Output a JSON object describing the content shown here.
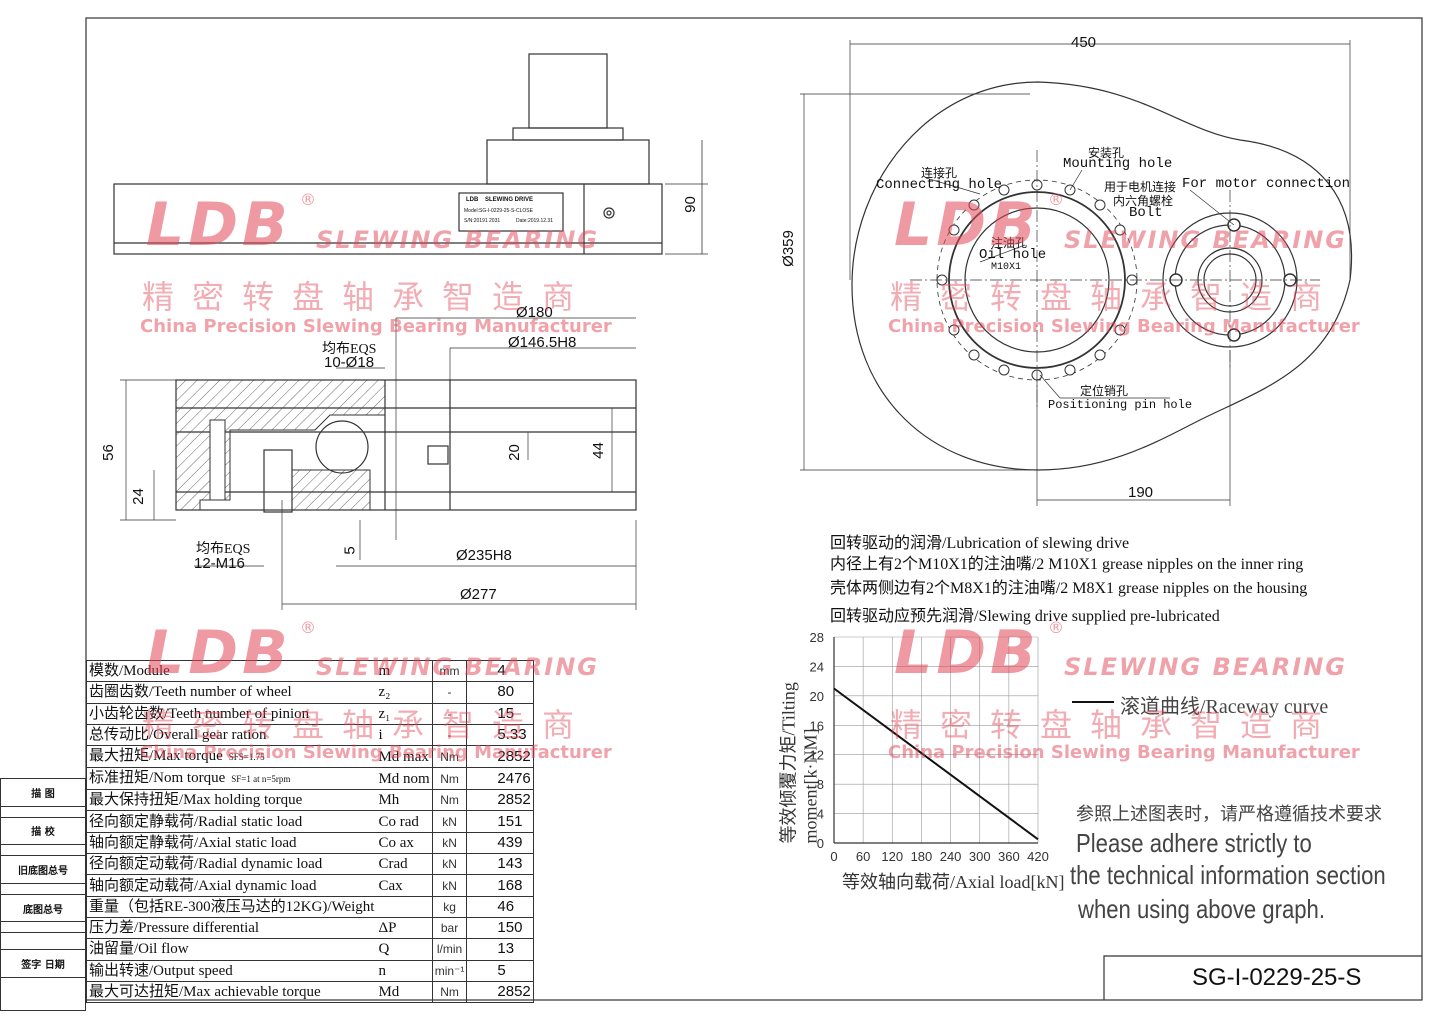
{
  "drawing_number": "SG-I-0229-25-S",
  "nameplate": {
    "brand": "LDB",
    "title": "SLEWING DRIVE",
    "model": "Model:SG-I-0229-25-S-CLOSE",
    "sn": "S/N:20191 2031",
    "date": "Date:2019.12.31"
  },
  "side_view_dims": {
    "height_90": "90",
    "d180": "Ø180",
    "d146": "Ø146.5H8",
    "eqs_cn": "均布EQS",
    "holes_10": "10-Ø18",
    "h56": "56",
    "h24": "24",
    "h20": "20",
    "h44": "44",
    "h5": "5",
    "eqs2_cn": "均布EQS",
    "holes_12": "12-M16",
    "d235": "Ø235H8",
    "d277": "Ø277"
  },
  "top_view": {
    "width_450": "450",
    "d359": "Ø359",
    "dist_190": "190",
    "mounting_hole_cn": "安装孔",
    "mounting_hole_en": "Mounting hole",
    "connecting_hole_cn": "连接孔",
    "connecting_hole_en": "Connecting hole",
    "motor_conn_cn": "用于电机连接",
    "motor_conn_en": "For motor connection",
    "hex_bolt_cn": "内六角螺栓",
    "bolt_en": "Bolt",
    "oil_hole_cn": "注油孔",
    "oil_hole_en": "Oil hole",
    "oil_hole_size": "M10X1",
    "pin_hole_cn": "定位销孔",
    "pin_hole_en": "Positioning pin hole"
  },
  "lubrication_notes": [
    "回转驱动的润滑/Lubrication of slewing drive",
    "内径上有2个M10X1的注油嘴/2 M10X1 grease nipples on the inner ring",
    "壳体两侧边有2个M8X1的注油嘴/2 M8X1 grease nipples on the housing",
    "回转驱动应预先润滑/Slewing drive supplied pre-lubricated"
  ],
  "graph_note": {
    "cn": "参照上述图表时，请严格遵循技术要求",
    "en_line1": "Please adhere strictly to",
    "en_line2": "the technical information section",
    "en_line3": "when using above graph."
  },
  "watermark": {
    "brand": "LDB",
    "registered": "®",
    "sub": "SLEWING BEARING",
    "cn": "精密转盘轴承智造商",
    "en": "China Precision Slewing Bearing Manufacturer"
  },
  "spec_table": [
    {
      "name": "模数/Module",
      "sym": "m",
      "unit": "mm",
      "val": "4"
    },
    {
      "name": "齿圈齿数/Teeth number of wheel",
      "sym": "z₂",
      "unit": "-",
      "val": "80"
    },
    {
      "name": "小齿轮齿数/Teeth number of pinion",
      "sym": "z₁",
      "unit": "-",
      "val": "15"
    },
    {
      "name": "总传动比/Overall gear ration",
      "sym": "i",
      "unit": "-",
      "val": "5.33"
    },
    {
      "name": "最大扭矩/Max torque",
      "sub": "SFS=1.75",
      "sym": "Md max",
      "unit": "Nm",
      "val": "2852"
    },
    {
      "name": "标准扭矩/Nom torque",
      "sub": "SF=1 at n=5rpm",
      "sym": "Md nom",
      "unit": "Nm",
      "val": "2476"
    },
    {
      "name": "最大保持扭矩/Max holding torque",
      "sym": "Mh",
      "unit": "Nm",
      "val": "2852"
    },
    {
      "name": "径向额定静载荷/Radial static load",
      "sym": "Co rad",
      "unit": "kN",
      "val": "151"
    },
    {
      "name": "轴向额定静载荷/Axial static load",
      "sym": "Co ax",
      "unit": "kN",
      "val": "439"
    },
    {
      "name": "径向额定动载荷/Radial dynamic load",
      "sym": "Crad",
      "unit": "kN",
      "val": "143"
    },
    {
      "name": "轴向额定动载荷/Axial dynamic load",
      "sym": "Cax",
      "unit": "kN",
      "val": "168"
    },
    {
      "name": "重量（包括RE-300液压马达的12KG)/Weight",
      "sym": "",
      "unit": "kg",
      "val": "46"
    },
    {
      "name": "压力差/Pressure differential",
      "sym": "ΔP",
      "unit": "bar",
      "val": "150"
    },
    {
      "name": "油留量/Oil flow",
      "sym": "Q",
      "unit": "l/min",
      "val": "13"
    },
    {
      "name": "输出转速/Output speed",
      "sym": "n",
      "unit": "min⁻¹",
      "val": "5"
    },
    {
      "name": "最大可达扭矩/Max achievable torque",
      "sym": "Md",
      "unit": "Nm",
      "val": "2852"
    }
  ],
  "title_block": [
    "描 图",
    "描 校",
    "旧底图总号",
    "底图总号",
    "签字 日期"
  ],
  "chart_data": {
    "type": "line",
    "xlabel": "等效轴向载荷/Axial load[kN]",
    "ylabel": "等效倾覆力矩/Tilting moment[k·NM]",
    "x_ticks": [
      "0",
      "60",
      "120",
      "180",
      "240",
      "300",
      "360",
      "420"
    ],
    "y_ticks": [
      "0",
      "4",
      "8",
      "12",
      "16",
      "20",
      "24",
      "28"
    ],
    "xlim": [
      0,
      420
    ],
    "ylim": [
      0,
      28
    ],
    "legend": "滚道曲线/Raceway curve",
    "grid": true,
    "series": [
      {
        "name": "滚道曲线/Raceway curve",
        "x": [
          0,
          420
        ],
        "y": [
          21,
          0.5
        ]
      }
    ]
  }
}
